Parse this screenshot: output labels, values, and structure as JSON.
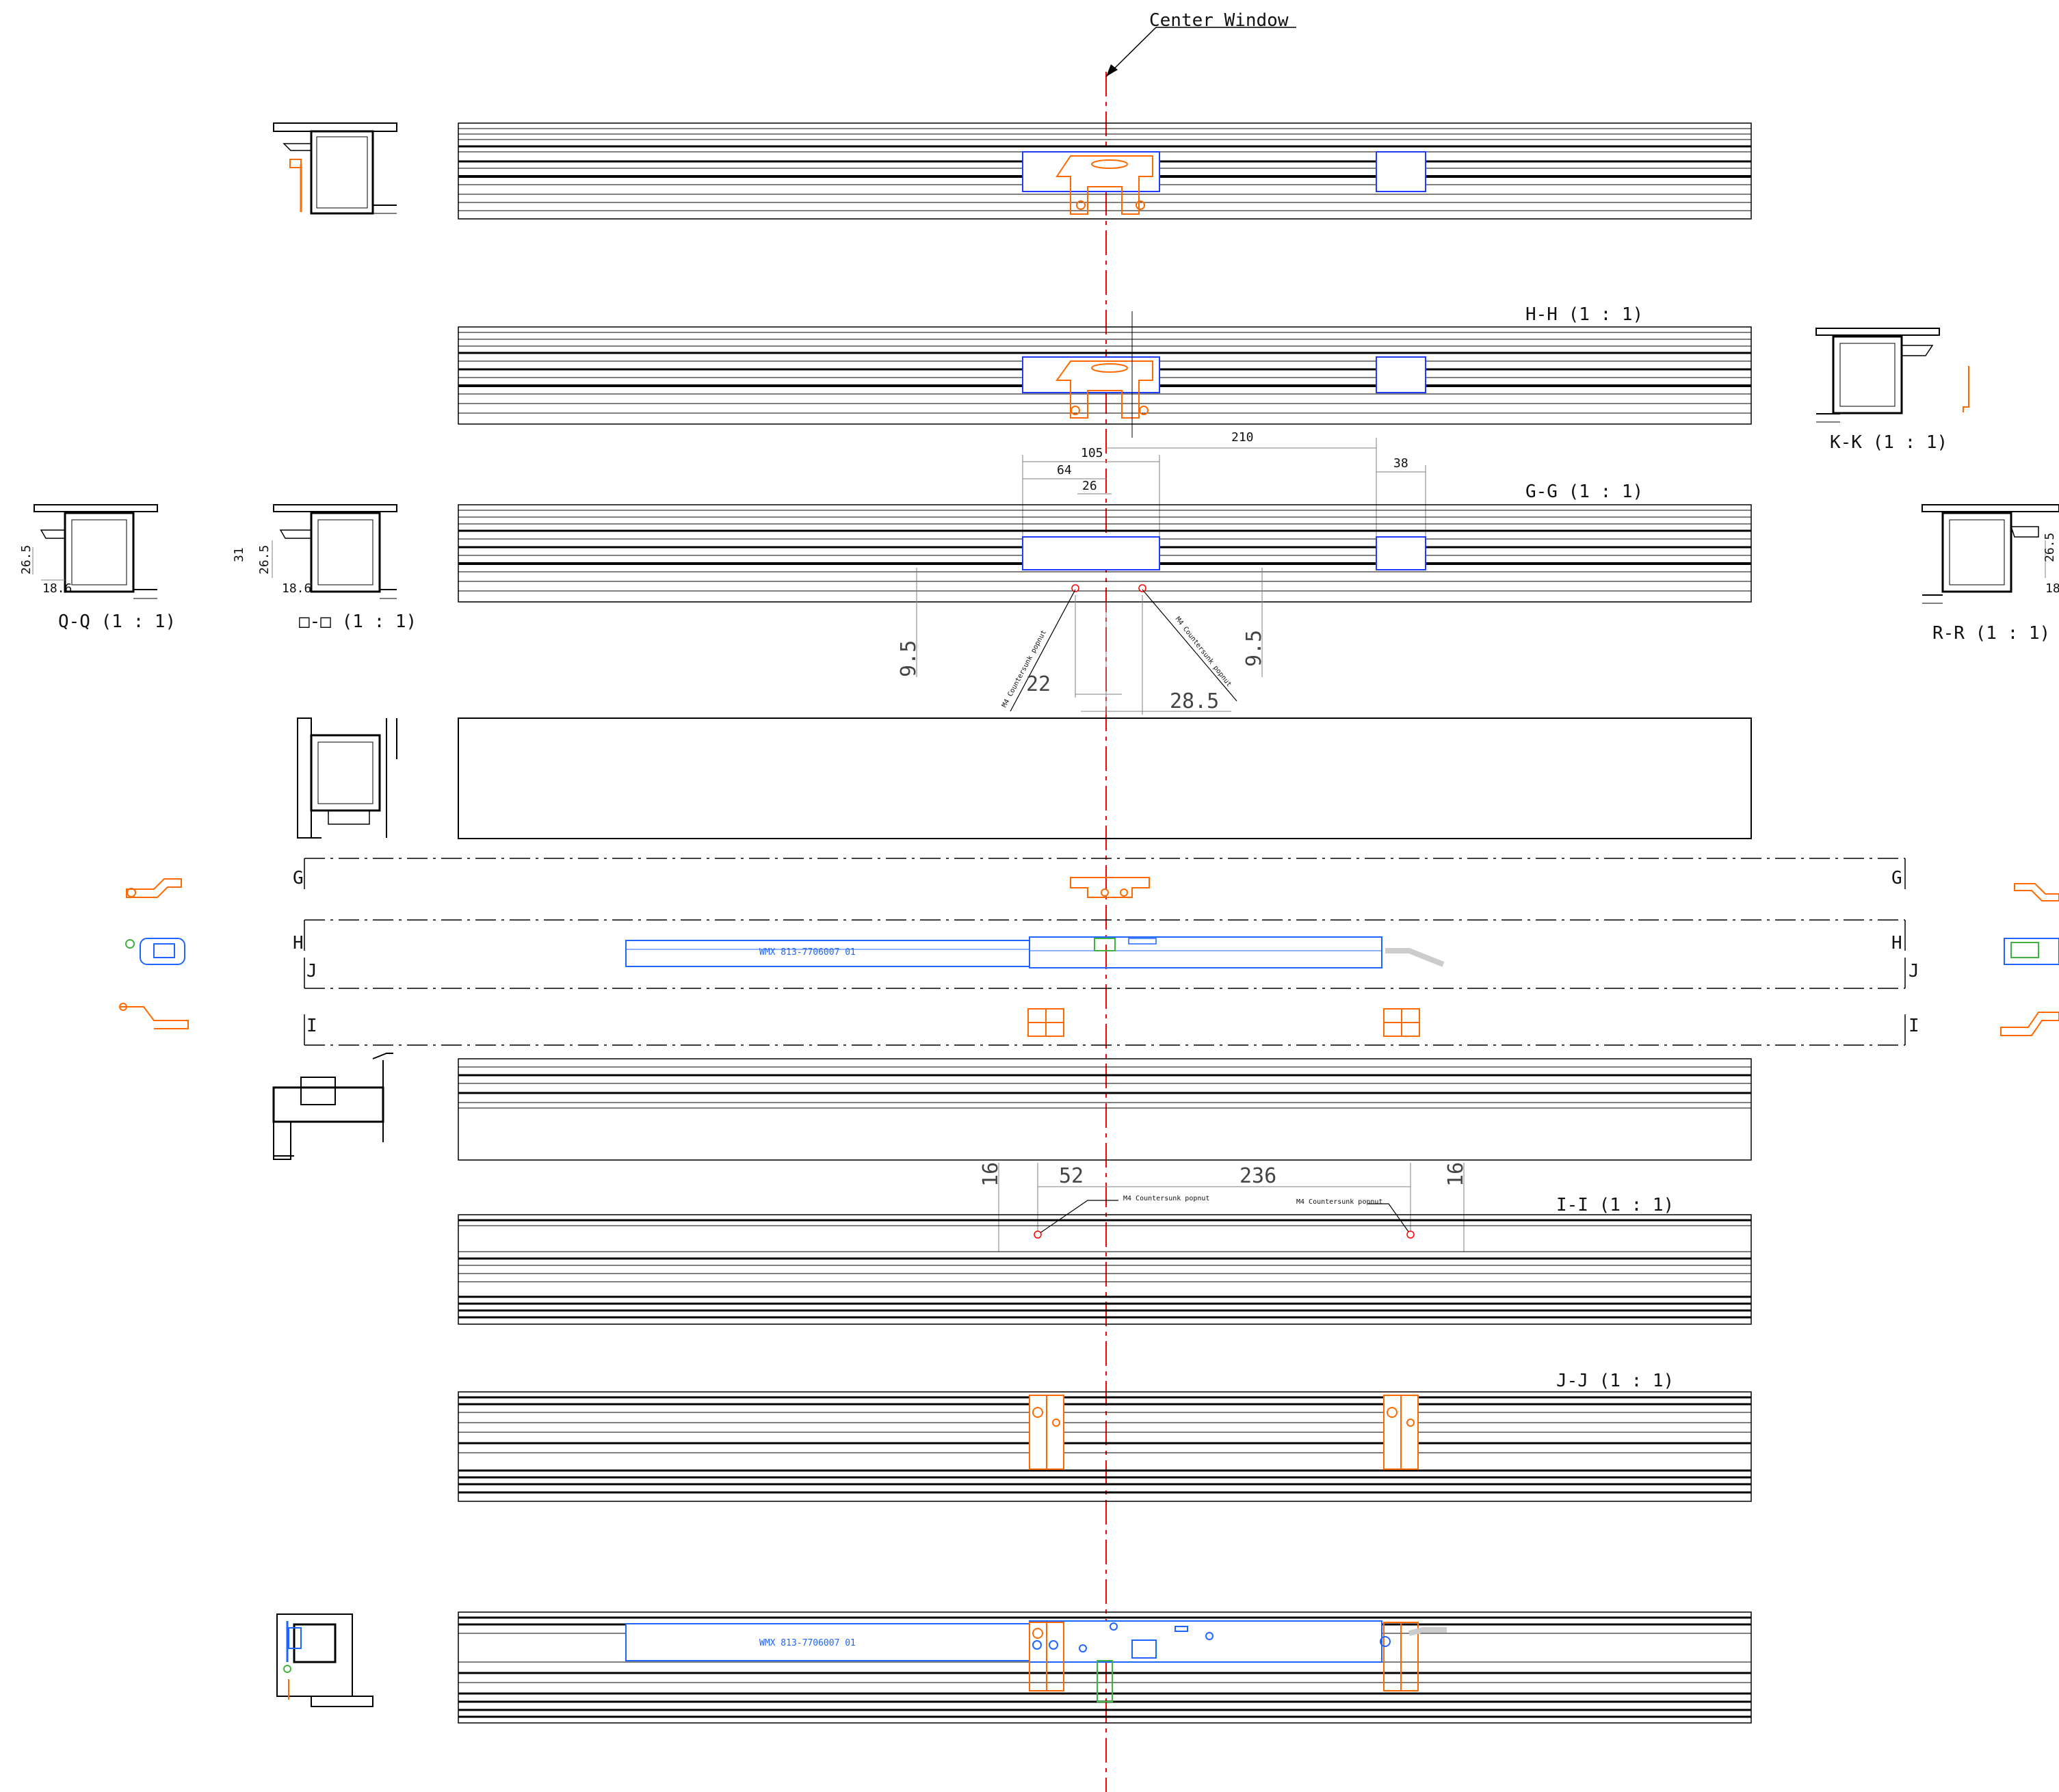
{
  "colors": {
    "outline": "#000000",
    "centerline": "#ff0000",
    "hardware_orange": "#ff6a00",
    "hardware_blue": "#1e64ff",
    "hardware_green": "#3fb33f",
    "dimension": "#7f7f7f"
  },
  "center": {
    "label": "Center Window"
  },
  "sections": {
    "hh": "H-H (1 : 1)",
    "gg": "G-G (1 : 1)",
    "ii": "I-I (1 : 1)",
    "jj": "J-J (1 : 1)",
    "kk": "K-K (1 : 1)",
    "qq": "Q-Q (1 : 1)",
    "pp": "□-□ (1 : 1)",
    "rr": "R-R (1 : 1)"
  },
  "cutting_planes": {
    "g": "G",
    "h": "H",
    "j": "J",
    "i": "I"
  },
  "dimensions": {
    "d210": "210",
    "d105": "105",
    "d64": "64",
    "d26": "26",
    "d38": "38",
    "d9_5_left": "9.5",
    "d9_5_right": "9.5",
    "d22": "22",
    "d28_5": "28.5",
    "d16_left": "16",
    "d52": "52",
    "d236": "236",
    "d16_right": "16",
    "d26_5_q": "26.5",
    "d18_6_q": "18.6",
    "d31_p": "31",
    "d26_5_p": "26.5",
    "d18_6_p": "18.6",
    "d26_5_r": "26.5",
    "d18_r": "18"
  },
  "notes": {
    "popnut_gg_left": "M4 Countersunk popnut",
    "popnut_gg_right": "M4 Countersunk popnut",
    "popnut_ii_left": "M4 Countersunk popnut",
    "popnut_ii_right": "M4 Countersunk popnut"
  },
  "part_labels": {
    "wmx_h": "WMX 813-7706007 01",
    "wmx_bottom": "WMX 813-7706007 01"
  }
}
